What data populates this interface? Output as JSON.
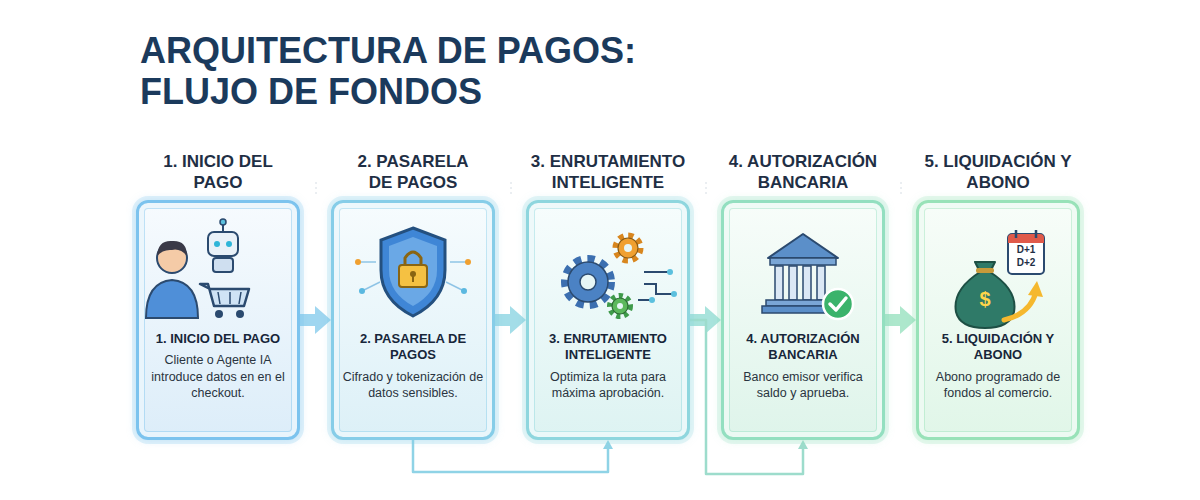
{
  "diagram": {
    "title": "ARQUITECTURA DE PAGOS: FLUJO DE FONDOS",
    "nodes": [
      {
        "text": [
          "1. INICIO DEL PAGO",
          "1. INICIO DEL PAGO",
          "Cliente o Agente IA introduce datos en en el checkout."
        ]
      },
      {
        "text": [
          "2. PASARELA DE PAGOS",
          "2. PASARELA DE PAGOS",
          "Cifrado y tokenización de datos sensibles."
        ]
      },
      {
        "text": [
          "3. ENRUTAMIENTO INTELIGENTE",
          "3. ENRUTAMIENTO INTELIGENTE",
          "Optimiza la ruta para máxima aprobación."
        ]
      },
      {
        "text": [
          "4. AUTORIZACIÓN BANCARIA",
          "4. AUTORIZACIÓN BANCARIA",
          "Banco emisor verifica saldo y aprueba."
        ]
      },
      {
        "text": [
          "5. LIQUIDACIÓN Y ABONO",
          "5. LIQUIDACIÓN Y ABONO",
          "Abono programado de fondos al comercio."
        ]
      }
    ],
    "edges": [
      {
        "from": 0,
        "to": 1,
        "arrow": "to"
      },
      {
        "from": 1,
        "to": 2,
        "arrow": "to"
      },
      {
        "from": 2,
        "to": 3,
        "arrow": "to"
      },
      {
        "from": 3,
        "to": 4,
        "arrow": "to"
      },
      {
        "from": 1,
        "to": 2,
        "arrow": "to"
      },
      {
        "from": 2,
        "to": 3,
        "arrow": "to"
      }
    ],
    "labels": [
      "D+1",
      "D+2",
      "$"
    ]
  }
}
